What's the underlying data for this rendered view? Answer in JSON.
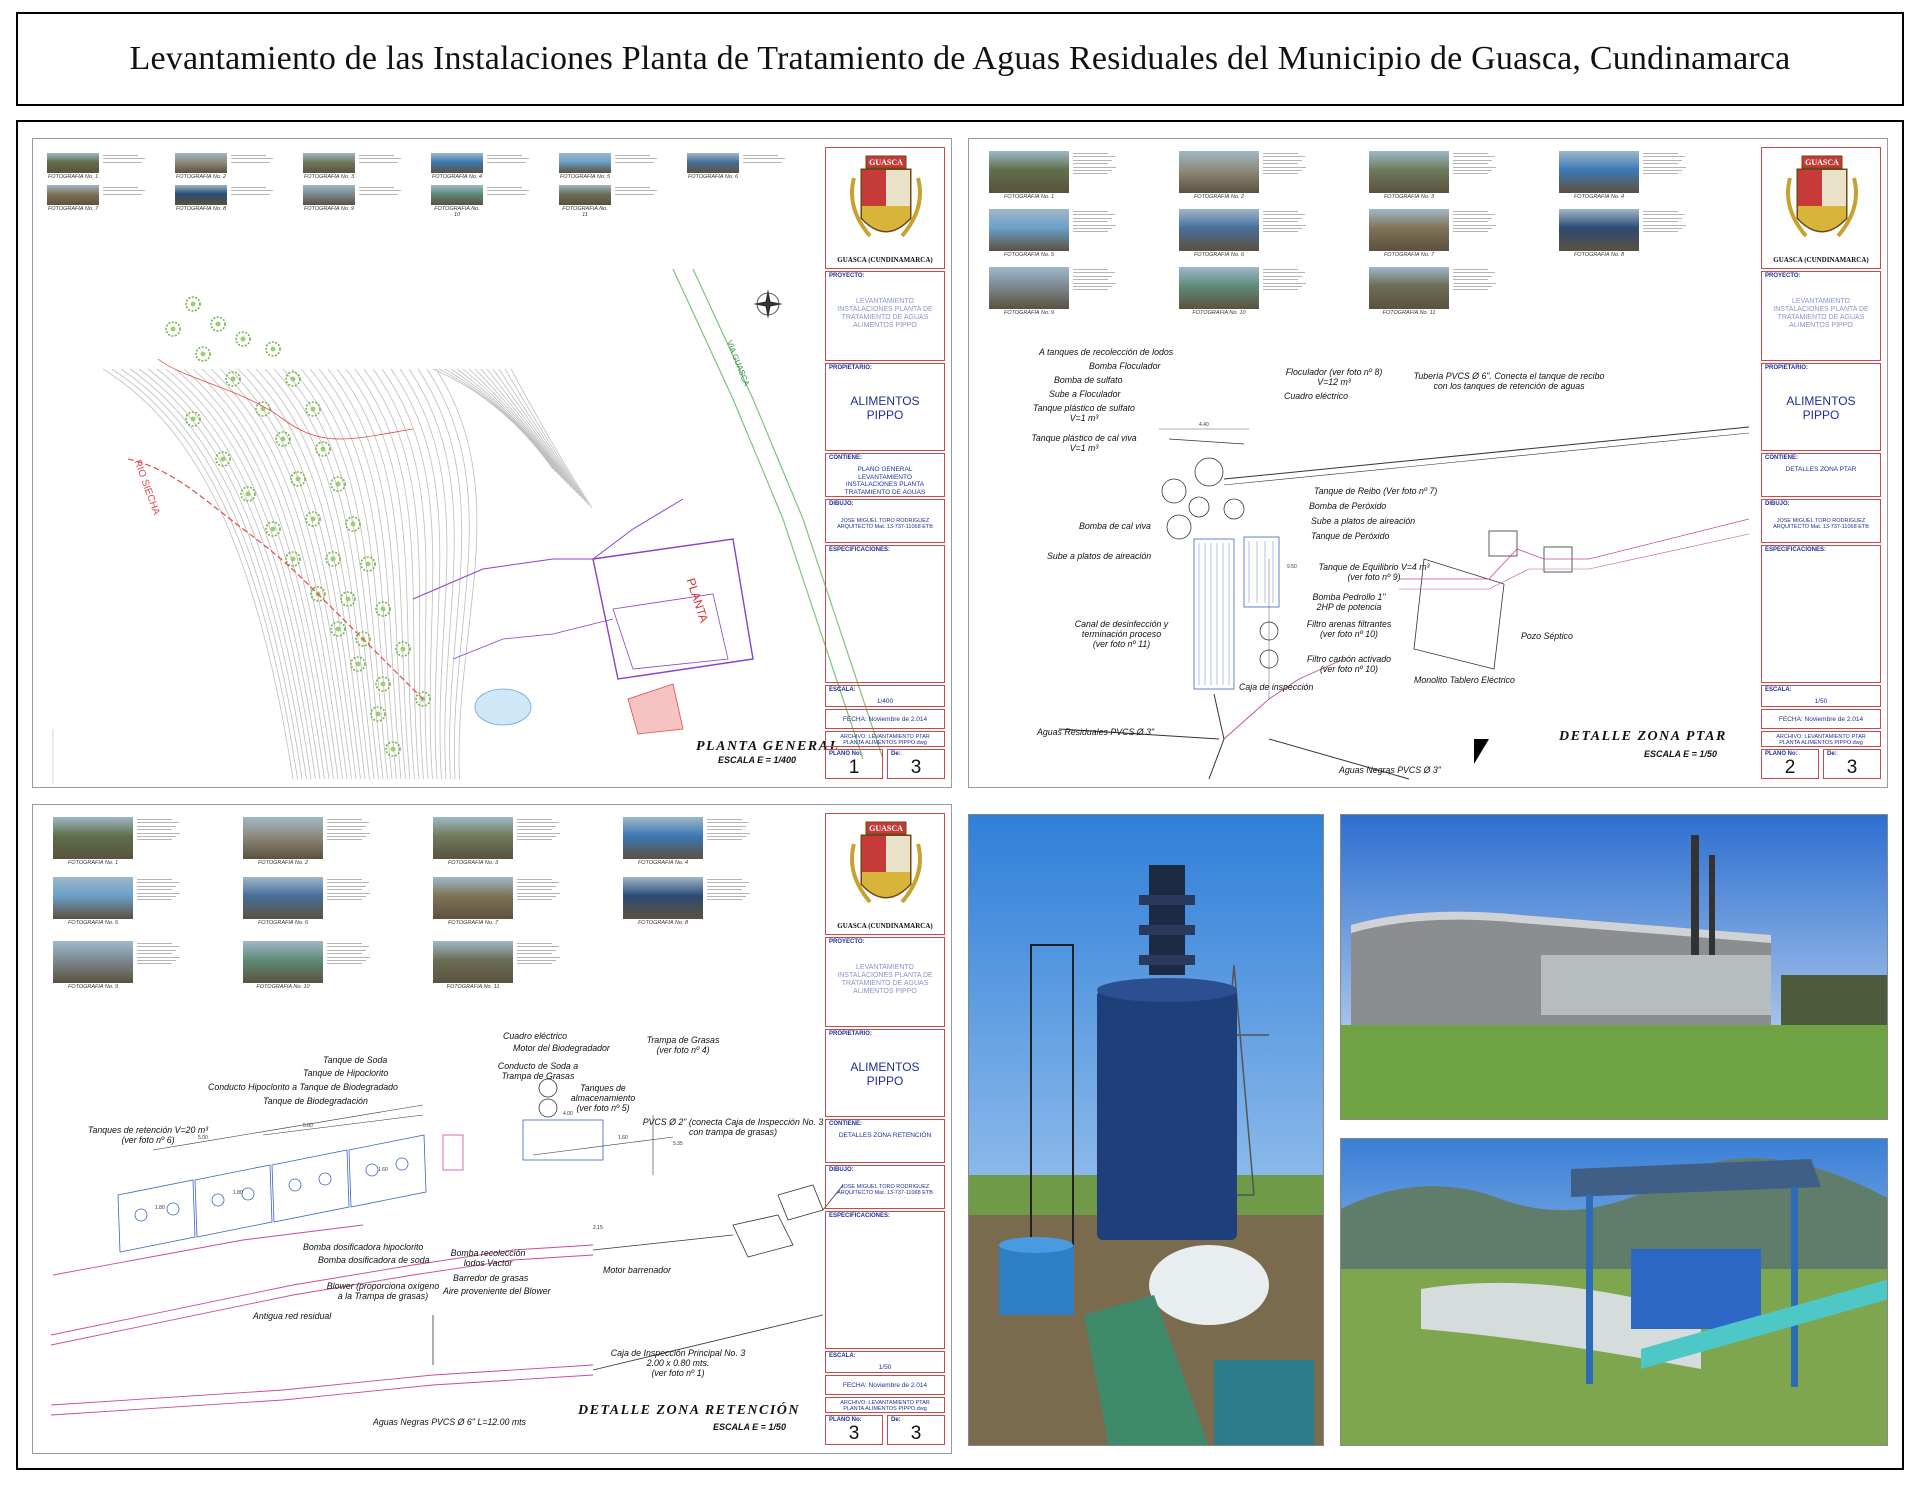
{
  "poster_title": "Levantamiento de las Instalaciones Planta de Tratamiento de Aguas Residuales del Municipio de Guasca, Cundinamarca",
  "colors": {
    "title_block_border": "#c84a4a",
    "title_block_text": "#1d2f9a",
    "contour": "#b9b9b9",
    "tree": "#76b14b",
    "river": "#e24a4a",
    "pipes": "#8b3fd0",
    "road": "#7bc47a"
  },
  "title_block_common": {
    "crest_name": "GUASCA (CUNDINAMARCA)",
    "crest_banner": "GUASCA",
    "proyecto_label": "PROYECTO:",
    "proyecto_value": "LEVANTAMIENTO INSTALACIONES PLANTA DE TRATAMIENTO DE AGUAS ALIMENTOS PIPPO",
    "propietario_label": "PROPIETARIO:",
    "propietario_value": "ALIMENTOS PIPPO",
    "contiene_label": "CONTIENE:",
    "dibujo_label": "DIBUJO:",
    "dibujo_value": "JOSE MIGUEL TORO RODRIGUEZ ARQUITECTO Mat. 13-737-11068 ETB",
    "especificaciones_label": "ESPECIFICACIONES:",
    "escala_label": "ESCALA:",
    "fecha_value": "FECHA: Noviembre de 2.014",
    "plano_label": "PLANO No:",
    "de_label": "De:"
  },
  "sheet1": {
    "contiene_value": "PLANO GENERAL LEVANTAMIENTO INSTALACIONES PLANTA TRATAMIENTO DE AGUAS",
    "escala_value": "1/400",
    "archivo": "ARCHIVO: LEVANTAMIENTO PTAR PLANTA ALIMENTOS PIPPO.dwg",
    "plano_no": "1",
    "de": "3",
    "title": "PLANTA GENERAL",
    "scale": "ESCALA E = 1/400",
    "map_labels": {
      "river": "RIO SIECHA",
      "road": "VIA GUASCA",
      "plant": "PLANTA"
    },
    "photos": [
      "FOTOGRAFIA No. 1",
      "FOTOGRAFIA No. 2",
      "FOTOGRAFIA No. 3",
      "FOTOGRAFIA No. 4",
      "FOTOGRAFIA No. 5",
      "FOTOGRAFIA No. 6",
      "FOTOGRAFIA No. 7",
      "FOTOGRAFIA No. 8",
      "FOTOGRAFIA No. 9",
      "FOTOGRAFIA No. 10",
      "FOTOGRAFIA No. 11"
    ]
  },
  "sheet2": {
    "contiene_value": "DETALLES ZONA PTAR",
    "escala_value": "1/50",
    "archivo": "ARCHIVO: LEVANTAMIENTO PTAR PLANTA ALIMENTOS PIPPO.dwg",
    "plano_no": "2",
    "de": "3",
    "title": "DETALLE ZONA PTAR",
    "scale": "ESCALA E = 1/50",
    "photos": [
      "FOTOGRAFIA No. 1",
      "FOTOGRAFIA No. 2",
      "FOTOGRAFIA No. 3",
      "FOTOGRAFIA No. 4",
      "FOTOGRAFIA No. 5",
      "FOTOGRAFIA No. 6",
      "FOTOGRAFIA No. 7",
      "FOTOGRAFIA No. 8",
      "FOTOGRAFIA No. 9",
      "FOTOGRAFIA No. 10",
      "FOTOGRAFIA No. 11"
    ],
    "labels": {
      "a": "A tanques de recolección de lodos",
      "b": "Bomba Floculador",
      "c": "Bomba de sulfato",
      "d": "Sube a Floculador",
      "e": "Tanque plástico de sulfato",
      "e2": "V=1 m³",
      "f": "Tanque plástico de cal viva",
      "f2": "V=1 m³",
      "g": "Floculador (ver foto nº 8)",
      "g2": "V=12 m³",
      "h": "Cuadro eléctrico",
      "i": "Tubería PVCS Ø 6\". Conecta el tanque de recibo",
      "i2": "con los tanques de retención de aguas",
      "j": "Tanque de Reibo (Ver foto nº 7)",
      "k": "Bomba de Peróxido",
      "l": "Sube a platos de aireación",
      "m": "Tanque de Peróxido",
      "n": "Bomba de cal viva",
      "o": "Sube a platos de aireación",
      "p": "Tanque de Equilibrio V=4 m³",
      "p2": "(ver foto nº 9)",
      "q": "Bomba Pedrollo 1\"",
      "q2": "2HP de potencia",
      "r": "Filtro arenas filtrantes",
      "r2": "(ver foto nº 10)",
      "s": "Canal de desinfección y",
      "s2": "terminación proceso",
      "s3": "(ver foto nº 11)",
      "t": "Filtro carbón activado",
      "t2": "(ver foto nº 10)",
      "u": "Pozo Séptico",
      "v": "Caja de inspección",
      "w": "Monolito Tablero Eléctrico",
      "x": "Aguas Residuales PVCS Ø 3\"",
      "y": "Aguas Negras PVCS Ø 3\"",
      "dim1": "4.40",
      "dim2": "9.50"
    }
  },
  "sheet3": {
    "contiene_value": "DETALLES ZONA RETENCIÓN",
    "escala_value": "1/50",
    "archivo": "ARCHIVO: LEVANTAMIENTO PTAR PLANTA ALIMENTOS PIPPO.dwg",
    "plano_no": "3",
    "de": "3",
    "title": "DETALLE ZONA RETENCIÓN",
    "scale": "ESCALA E = 1/50",
    "photos": [
      "FOTOGRAFIA No. 1",
      "FOTOGRAFIA No. 2",
      "FOTOGRAFIA No. 3",
      "FOTOGRAFIA No. 4",
      "FOTOGRAFIA No. 5",
      "FOTOGRAFIA No. 6",
      "FOTOGRAFIA No. 7",
      "FOTOGRAFIA No. 8",
      "FOTOGRAFIA No. 9",
      "FOTOGRAFIA No. 10",
      "FOTOGRAFIA No. 11"
    ],
    "labels": {
      "a": "Cuadro eléctrico",
      "b": "Motor del Biodegradador",
      "c": "Tanque de Soda",
      "d": "Tanque de Hipoclorito",
      "e": "Conducto de Soda a",
      "e2": "Trampa de Grasas",
      "f": "Conducto Hipoclorito a Tanque de Biodegradado",
      "g": "Tanque de Biodegradación",
      "h": "Trampa de Grasas",
      "h2": "(ver foto nº 4)",
      "i": "Tanques de",
      "i2": "almacenamiento",
      "i3": "(ver foto nº 5)",
      "j": "Tanques de retención V=20 m³",
      "j2": "(ver foto nº 6)",
      "k": "PVCS Ø 2\" (conecta Caja de Inspección No. 3",
      "k2": "con trampa de grasas)",
      "l": "Bomba dosificadora hipoclorito",
      "m": "Bomba dosificadora de soda",
      "n": "Bomba recolección",
      "n2": "lodos Vactor",
      "o": "Barredor de grasas",
      "p": "Aire proveniente del Blower",
      "q": "Motor barrenador",
      "r": "Blower (proporciona oxígeno",
      "r2": "a la Trampa de grasas)",
      "s": "Antigua red residual",
      "t": "Caja de Inspección Principal No. 3",
      "t2": "2.00 x 0.80 mts.",
      "t3": "(ver foto nº 1)",
      "u": "Aguas Negras PVCS Ø 6\" L=12.00 mts",
      "dims": [
        "5.00",
        "5.00",
        "4.00",
        "1.80",
        "1.80",
        "1.60",
        "1.60",
        "5.35",
        "2.15"
      ]
    }
  },
  "photos_panel": {
    "p1": "Floculator tower with ladder and water tanks",
    "p2": "Industrial building with chimneys",
    "p3": "Covered station with blue pipes on hillside"
  }
}
